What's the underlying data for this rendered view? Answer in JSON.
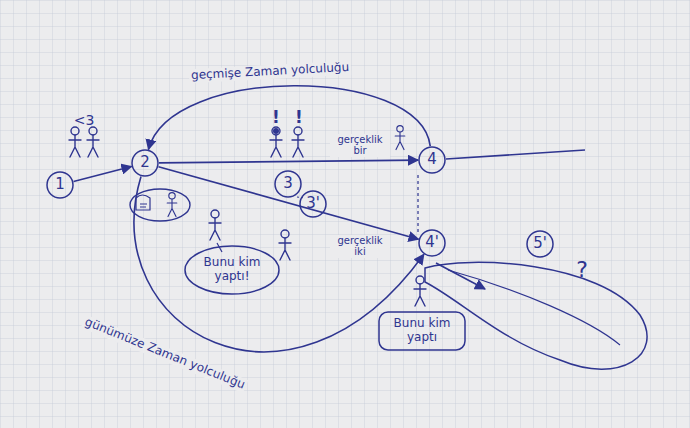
{
  "diagram": {
    "nodes": [
      {
        "text": [
          "1"
        ]
      },
      {
        "text": [
          "2"
        ]
      },
      {
        "text": [
          "3"
        ]
      },
      {
        "text": [
          "3'"
        ]
      },
      {
        "text": [
          "4"
        ]
      },
      {
        "text": [
          "4'"
        ]
      },
      {
        "text": [
          "5'"
        ]
      },
      {
        "text": [
          "Bunu kim yaptı!"
        ]
      },
      {
        "text": [
          "Bunu kim yaptı"
        ]
      }
    ],
    "edges": [
      {
        "from": 0,
        "to": 1,
        "arrow": "to"
      },
      {
        "from": 1,
        "to": 4,
        "label": "gerçeklik bir",
        "arrow": "to"
      },
      {
        "from": 4,
        "to": 1,
        "label": "geçmişe Zaman yolculuğu",
        "arrow": "to"
      },
      {
        "from": 1,
        "to": 5,
        "label": "gerçeklik iki",
        "arrow": "to"
      },
      {
        "from": 1,
        "to": 5,
        "label": "günümüze Zaman yolculuğu",
        "arrow": "to"
      }
    ],
    "labels": [
      "<3",
      "!",
      "!",
      "?"
    ]
  }
}
